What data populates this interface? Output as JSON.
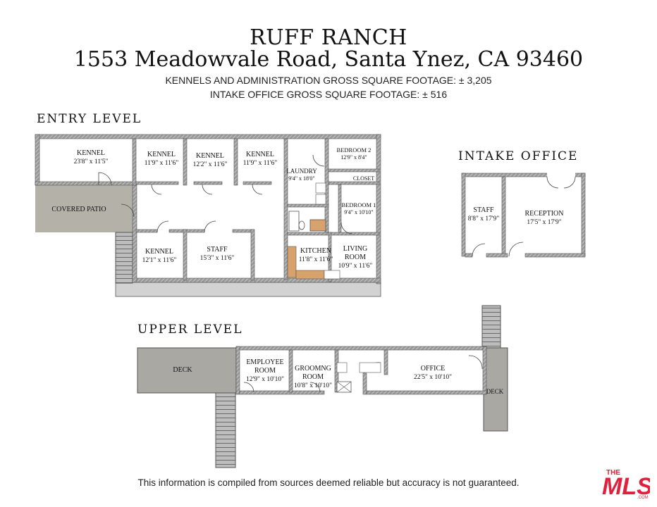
{
  "header": {
    "title": "RUFF RANCH",
    "address": "1553 Meadowvale Road, Santa Ynez, CA 93460",
    "sqft_kennels": "KENNELS AND ADMINISTRATION GROSS SQUARE FOOTAGE: ± 3,205",
    "sqft_intake": "INTAKE OFFICE GROSS SQUARE FOOTAGE: ± 516"
  },
  "sections": {
    "entry": "ENTRY LEVEL",
    "intake": "INTAKE OFFICE",
    "upper": "UPPER LEVEL"
  },
  "rooms": {
    "kennel1": {
      "name": "KENNEL",
      "dim": "23'8\" x 11'5\""
    },
    "kennel2": {
      "name": "KENNEL",
      "dim": "11'9\" x 11'6\""
    },
    "kennel3": {
      "name": "KENNEL",
      "dim": "12'2\" x 11'6\""
    },
    "kennel4": {
      "name": "KENNEL",
      "dim": "11'9\" x 11'6\""
    },
    "laundry": {
      "name": "LAUNDRY",
      "dim": "9'4\" x 18'0\""
    },
    "bedroom2": {
      "name": "BEDROOM 2",
      "dim": "12'9\" x 8'4\""
    },
    "closet": {
      "name": "CLOSET"
    },
    "bedroom1": {
      "name": "BEDROOM 1",
      "dim": "9'4\" x 10'10\""
    },
    "patio": {
      "name": "COVERED PATIO"
    },
    "kennel5": {
      "name": "KENNEL",
      "dim": "12'1\" x 11'6\""
    },
    "staff": {
      "name": "STAFF",
      "dim": "15'3\" x 11'6\""
    },
    "kitchen": {
      "name": "KITCHEN",
      "dim": "11'8\" x 11'6\""
    },
    "living": {
      "name1": "LIVING",
      "name2": "ROOM",
      "dim": "10'9\" x 11'6\""
    },
    "intake_staff": {
      "name": "STAFF",
      "dim": "8'8\" x 17'9\""
    },
    "reception": {
      "name": "RECEPTION",
      "dim": "17'5\" x 17'9\""
    },
    "deck_upper": {
      "name": "DECK"
    },
    "employee": {
      "name1": "EMPLOYEE",
      "name2": "ROOM",
      "dim": "12'9\" x 10'10\""
    },
    "grooming": {
      "name1": "GROOMNG",
      "name2": "ROOM",
      "dim": "10'8\" x 10'10\""
    },
    "office": {
      "name": "OFFICE",
      "dim": "22'5\" x 10'10\""
    },
    "deck_right": {
      "name": "DECK"
    }
  },
  "footer": {
    "disclaimer": "This information is compiled from sources deemed reliable but accuracy is not guaranteed.",
    "logo_text": "THE MLS .COM"
  },
  "colors": {
    "wall": "#7d7d7d",
    "hatch": "#b8b8b8",
    "patio": "#b3b1a8",
    "deck": "#a9a8a3",
    "counter": "#d7a26b",
    "logo": "#e0203d"
  }
}
